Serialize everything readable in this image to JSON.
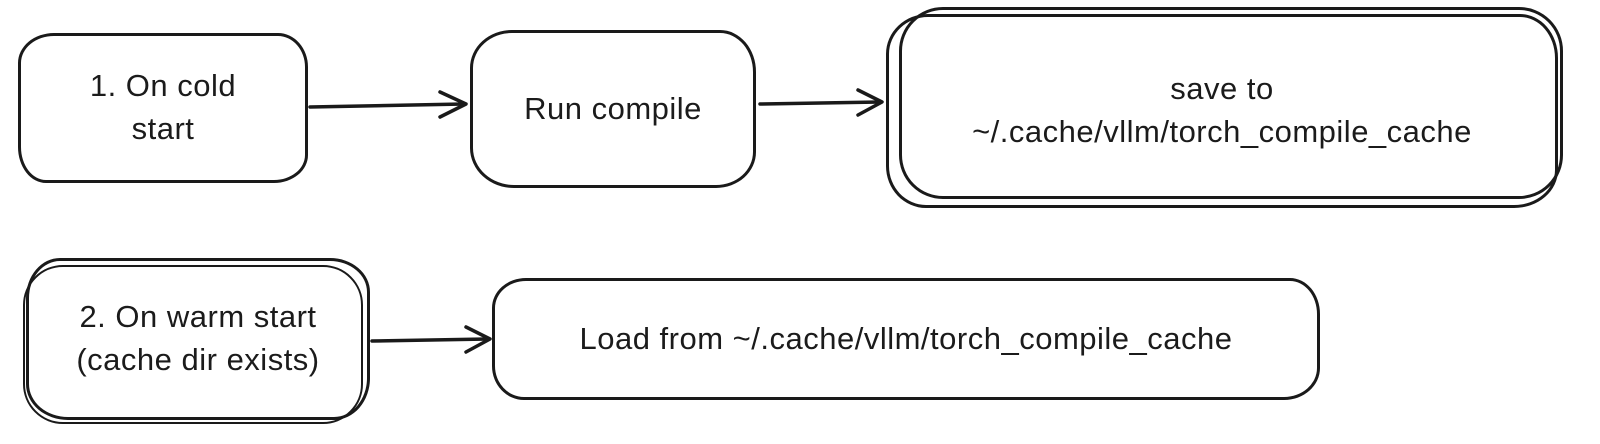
{
  "colors": {
    "stroke": "#1a1a1a",
    "canvas_bg": "#ffffff"
  },
  "nodes": {
    "cold_start": {
      "line1": "1. On cold",
      "line2": "start"
    },
    "run_compile": {
      "label": "Run compile"
    },
    "save_to": {
      "line1": "save to",
      "line2": "~/.cache/vllm/torch_compile_cache"
    },
    "warm_start": {
      "line1": "2. On warm start",
      "line2": "(cache dir exists)"
    },
    "load_from": {
      "label": "Load from ~/.cache/vllm/torch_compile_cache"
    }
  },
  "edges": [
    {
      "from": "cold_start",
      "to": "run_compile"
    },
    {
      "from": "run_compile",
      "to": "save_to"
    },
    {
      "from": "warm_start",
      "to": "load_from"
    }
  ]
}
